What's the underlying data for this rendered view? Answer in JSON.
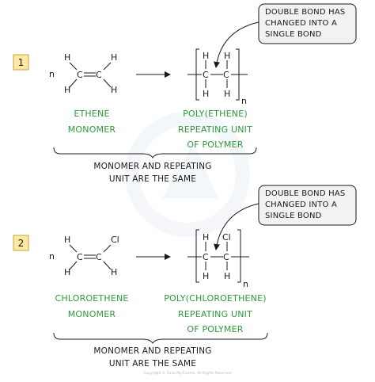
{
  "section1": {
    "number": "1",
    "n": "n",
    "monomer": {
      "atoms": {
        "h_tl": "H",
        "h_bl": "H",
        "h_tr": "H",
        "h_br": "H",
        "c_left": "C",
        "c_right": "C"
      }
    },
    "polymer": {
      "atoms": {
        "h_tl": "H",
        "h_tr": "H",
        "h_bl": "H",
        "h_br": "H",
        "c_left": "C",
        "c_right": "C"
      },
      "n": "n"
    },
    "monomer_label": [
      "ETHENE",
      "MONOMER"
    ],
    "polymer_label": [
      "POLY(ETHENE)",
      "REPEATING UNIT",
      "OF POLYMER"
    ],
    "note": [
      "DOUBLE BOND HAS",
      "CHANGED INTO A",
      "SINGLE BOND"
    ],
    "conclusion": [
      "MONOMER AND REPEATING",
      "UNIT ARE THE SAME"
    ]
  },
  "section2": {
    "number": "2",
    "n": "n",
    "monomer": {
      "atoms": {
        "h_tl": "H",
        "h_bl": "H",
        "cl_tr": "Cl",
        "h_br": "H",
        "c_left": "C",
        "c_right": "C"
      }
    },
    "polymer": {
      "atoms": {
        "h_tl": "H",
        "cl_tr": "Cl",
        "h_bl": "H",
        "h_br": "H",
        "c_left": "C",
        "c_right": "C"
      },
      "n": "n"
    },
    "monomer_label": [
      "CHLOROETHENE",
      "MONOMER"
    ],
    "polymer_label": [
      "POLY(CHLOROETHENE)",
      "REPEATING UNIT",
      "OF POLYMER"
    ],
    "note": [
      "DOUBLE BOND HAS",
      "CHANGED INTO A",
      "SINGLE BOND"
    ],
    "conclusion": [
      "MONOMER AND REPEATING",
      "UNIT ARE THE SAME"
    ]
  },
  "copyright": "Copyright © Save My Exams. All Rights Reserved",
  "colors": {
    "green": "#2e9a3c",
    "badge_fill": "#fce9a6",
    "badge_border": "#c9a236",
    "note_fill": "#f2f2f2",
    "ink": "#1a1a1a"
  }
}
